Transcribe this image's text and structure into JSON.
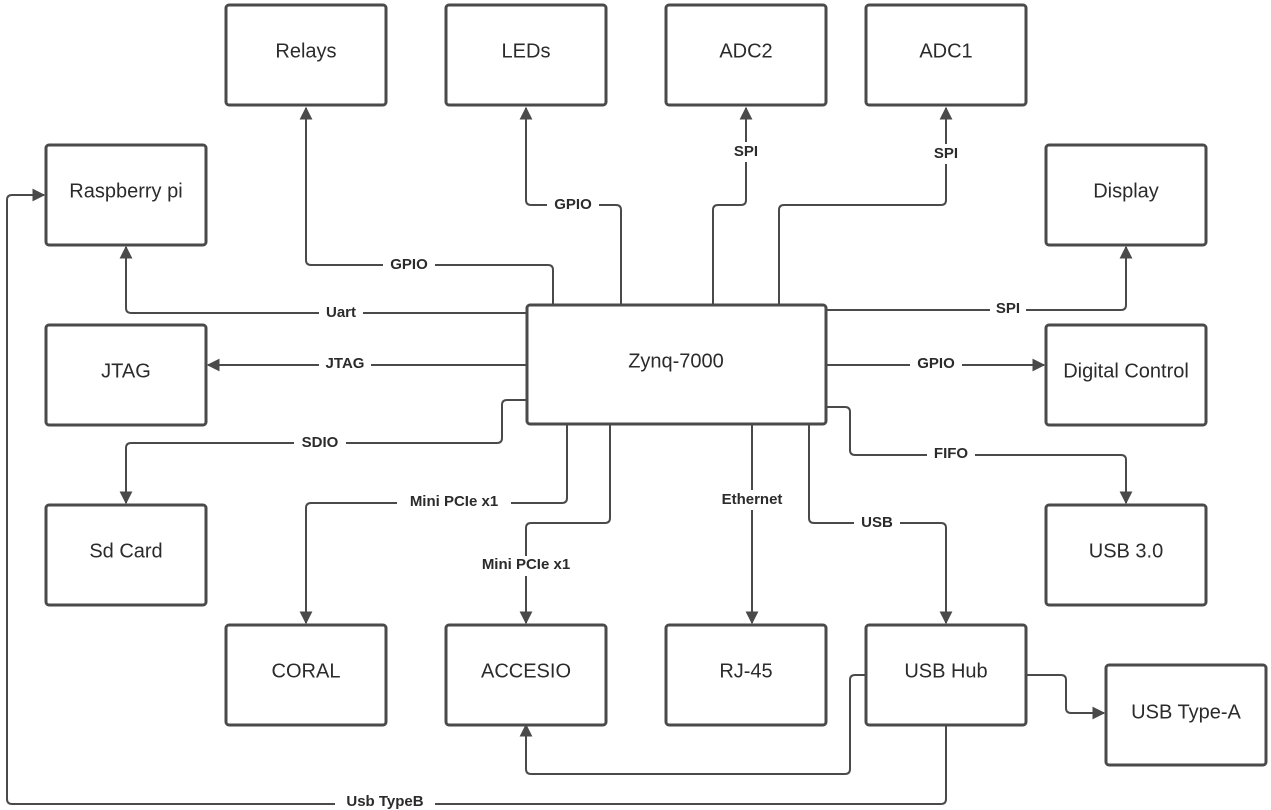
{
  "diagram": {
    "colors": {
      "stroke": "#4a4a4a",
      "text": "#2b2b2b",
      "background": "#ffffff"
    },
    "blocks": {
      "zynq": "Zynq-7000",
      "relays": "Relays",
      "leds": "LEDs",
      "adc2": "ADC2",
      "adc1": "ADC1",
      "raspberry": "Raspberry pi",
      "display": "Display",
      "jtag": "JTAG",
      "digital_control": "Digital Control",
      "sd_card": "Sd Card",
      "usb3": "USB 3.0",
      "coral": "CORAL",
      "accesio": "ACCESIO",
      "rj45": "RJ-45",
      "usb_hub": "USB Hub",
      "usb_type_a": "USB Type-A"
    },
    "links": {
      "relays": "GPIO",
      "leds": "GPIO",
      "adc2": "SPI",
      "adc1": "SPI",
      "raspberry": "Uart",
      "display": "SPI",
      "jtag": "JTAG",
      "digital_control": "GPIO",
      "sd_card": "SDIO",
      "usb3": "FIFO",
      "coral": "Mini PCIe x1",
      "accesio": "Mini PCIe x1",
      "rj45": "Ethernet",
      "usb_hub": "USB",
      "usb_typeb": "Usb TypeB"
    }
  }
}
